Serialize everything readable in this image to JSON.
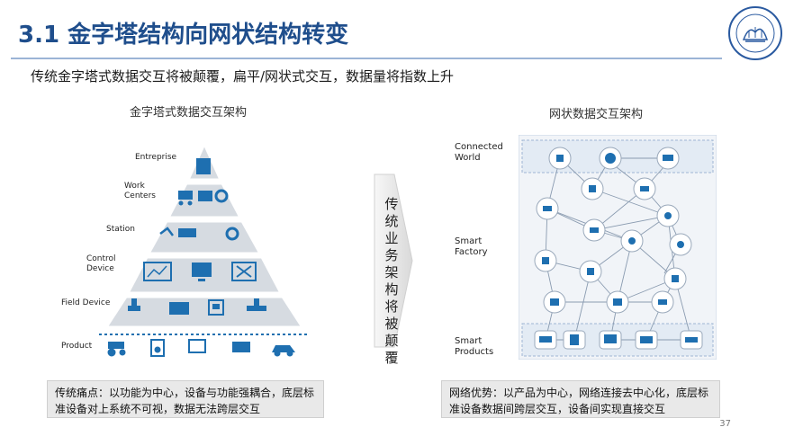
{
  "slide": {
    "title": "3.1 金字塔结构向网状结构转变",
    "subtitle": "传统金字塔式数据交互将被颠覆，扁平/网状式交互，数据量将指数上升",
    "page_number": "37"
  },
  "left": {
    "heading": "金字塔式数据交互架构",
    "levels": [
      "Entreprise",
      "Work\nCenters",
      "Station",
      "Control\nDevice",
      "Field Device",
      "Product"
    ],
    "note": "传统痛点：以功能为中心，设备与功能强耦合，底层标准设备对上系统不可视，数据无法跨层交互"
  },
  "middle": {
    "arrow_text": "传统业务架构将被颠覆"
  },
  "right": {
    "heading": "网状数据交互架构",
    "layers": [
      "Connected\nWorld",
      "Smart\nFactory",
      "Smart\nProducts"
    ],
    "note": "网络优势：以产品为中心，网络连接去中心化，底层标准设备数据间跨层交互，设备间实现直接交互"
  },
  "colors": {
    "accent": "#1f4e8c",
    "pyramid": "#d8dde3",
    "icon": "#1e6fb0"
  },
  "icons": [
    "building-icon",
    "factory-icon",
    "robot-arm-icon",
    "gear-icon",
    "chart-icon",
    "monitor-icon",
    "tools-icon",
    "valve-icon",
    "motor-icon",
    "panel-icon",
    "pipe-icon",
    "tractor-icon",
    "washer-icon",
    "screen-icon",
    "car-icon",
    "globe-icon",
    "cloud-icon",
    "university-logo"
  ]
}
